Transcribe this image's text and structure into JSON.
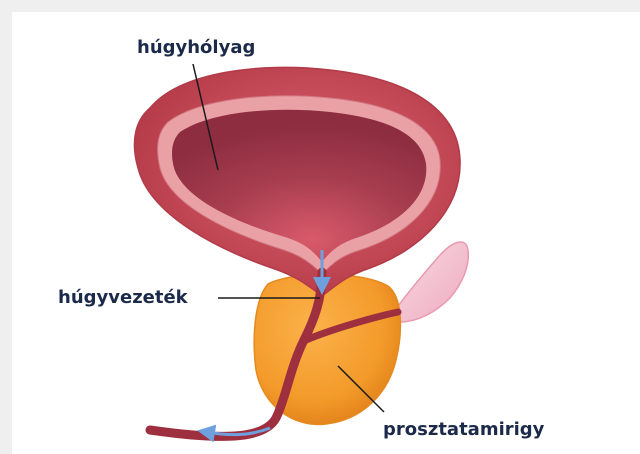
{
  "diagram": {
    "labels": {
      "bladder": "húgyhólyag",
      "urethra": "húgyvezeték",
      "prostate": "prosztatamirigy"
    },
    "colors": {
      "page_background": "#efefef",
      "panel_background": "#ffffff",
      "bladder_outer": "#c94a55",
      "bladder_lining": "#eaa1a6",
      "bladder_inner": "#a83c4f",
      "prostate": "#f39a2a",
      "urethra": "#9e2f3e",
      "urine_flow_arrow": "#6ea0de",
      "seminal_vesicle": "#f3c6d3",
      "label_text": "#1c2a4a",
      "leader_line": "#1a1a1a"
    }
  }
}
